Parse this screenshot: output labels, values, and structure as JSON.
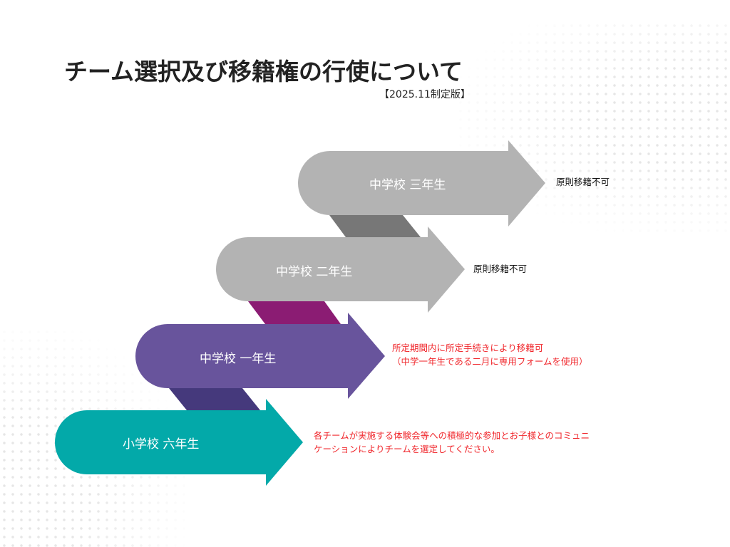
{
  "title": "チーム選択及び移籍権の行使について",
  "edition": "【2025.11制定版】",
  "colors": {
    "gray": "#b3b3b3",
    "purple": "#68549c",
    "teal": "#03a9a9",
    "note_red": "#f0282d"
  },
  "steps": [
    {
      "label": "中学校 三年生",
      "note": [
        "原則移籍不可"
      ]
    },
    {
      "label": "中学校 二年生",
      "note": [
        "原則移籍不可"
      ]
    },
    {
      "label": "中学校 一年生",
      "note": [
        "所定期間内に所定手続きにより移籍可",
        "（中学一年生である二月に専用フォームを使用）"
      ]
    },
    {
      "label": "小学校 六年生",
      "note": [
        "各チームが実施する体験会等への積極的な参加とお子様とのコミュニ",
        "ケーションによりチームを選定してください。"
      ]
    }
  ]
}
